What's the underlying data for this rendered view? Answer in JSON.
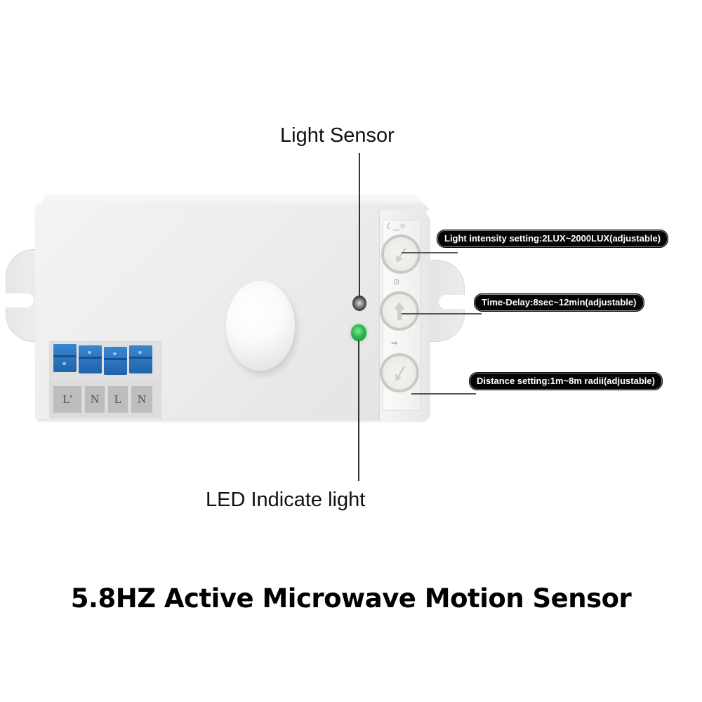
{
  "callouts": {
    "light_sensor": "Light Sensor",
    "led_indicator": "LED Indicate light"
  },
  "controls": [
    {
      "id": "light",
      "label": "Light intensity setting:2LUX~2000LUX(adjustable)",
      "knob_direction": "down-left",
      "icon": "sun-moon-icon"
    },
    {
      "id": "time",
      "label": "Time-Delay:8sec~12min(adjustable)",
      "knob_direction": "up",
      "icon": "clock-icon"
    },
    {
      "id": "distance",
      "label": "Distance setting:1m~8m radii(adjustable)",
      "knob_direction": "down-left",
      "icon": "range-arrow-icon"
    }
  ],
  "terminals": [
    "L'",
    "N",
    "L",
    "N"
  ],
  "caption": "5.8HZ Active Microwave Motion Sensor",
  "colors": {
    "background": "#ffffff",
    "device_body": "#ececec",
    "terminal_blue": "#2a74c0",
    "led_green": "#2fb84f",
    "pill_bg": "#050505",
    "pill_text": "#ffffff"
  }
}
